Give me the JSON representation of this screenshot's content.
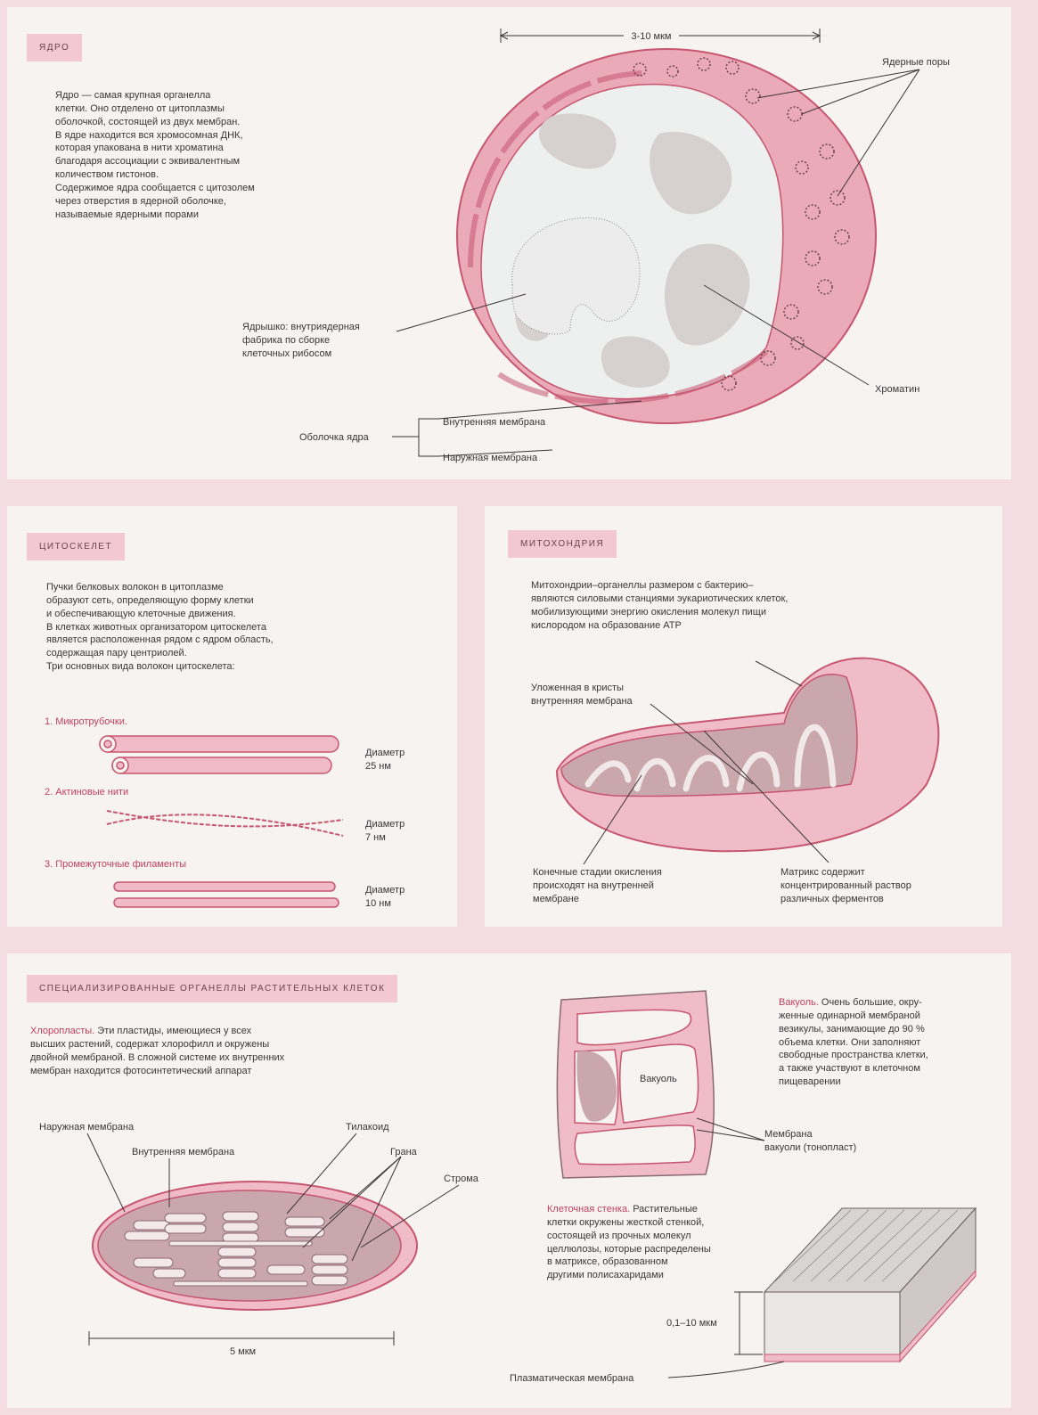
{
  "colors": {
    "background": "#f4dde2",
    "panel": "#f6f3f1",
    "membrane": "#e7a5b4",
    "dark": "#c9a7ad",
    "chromatin": "#d7d2d1",
    "accent": "#c23f5c"
  },
  "nucleus": {
    "tab": "ЯДРО",
    "text": "Ядро — самая крупная органелла\nклетки. Оно отделено от цитоплазмы\nоболочкой, состоящей из двух мембран.\nВ ядре находится вся хромосомная ДНК,\nкоторая упакована в нити хроматина\nблагодаря ассоциации с эквивалентным\nколичеством гистонов.\nСодержимое ядра сообщается с цитозолем\nчерез отверстия в ядерной оболочке,\nназываемые ядерными порами",
    "size": "3-10 мкм",
    "pores": "Ядерные поры",
    "nucleolus": "Ядрышко: внутриядерная\nфабрика по сборке\nклеточных рибосом",
    "chromatin": "Хроматин",
    "envelope": "Оболочка ядра",
    "inner_membrane": "Внутренняя мембрана",
    "outer_membrane": "Наружная мембрана"
  },
  "cytoskeleton": {
    "tab": "ЦИТОСКЕЛЕТ",
    "text": "Пучки белковых волокон в цитоплазме\nобразуют сеть, определяющую форму клетки\nи обеспечивающую клеточные движения.\nВ клетках животных организатором цитоскелета\nявляется расположенная рядом с ядром область,\nсодержащая пару центриолей.\nТри основных вида волокон цитоскелета:",
    "items": [
      {
        "name": "1.  Микротрубочки.",
        "diameter": "Диаметр\n25 нм"
      },
      {
        "name": "2.  Актиновые нити",
        "diameter": "Диаметр\n7  нм"
      },
      {
        "name": "3.  Промежуточные филаменты",
        "diameter": "Диаметр\n10  нм"
      }
    ]
  },
  "mitochondrion": {
    "tab": "МИТОХОНДРИЯ",
    "text": "Митохондрии–органеллы размером с бактерию–\nявляются силовыми станциями эукариотических клеток,\nмобилизующими энергию окисления молекул пищи\nкислородом на образование АТР",
    "cristae": "Уложенная в кристы\nвнутренняя мембрана",
    "oxidation": "Конечные стадии окисления\nпроисходят на внутренней\nмембране",
    "matrix": "Матрикс содержит\nконцентрированный раствор\nразличных ферментов"
  },
  "plant": {
    "tab": "СПЕЦИАЛИЗИРОВАННЫЕ   ОРГАНЕЛЛЫ   РАСТИТЕЛЬНЫХ   КЛЕТОК",
    "chloro_title": "Хлоропласты.",
    "chloro_text": " Эти пластиды, имеющиеся у всех\nвысших растений, содержат хлорофилл и окружены\nдвойной мембраной. В сложной системе их внутренних\nмембран находится фотосинтетический аппарат",
    "outer_membrane": "Наружная мембрана",
    "inner_membrane": "Внутренняя мембрана",
    "thylakoid": "Тилакоид",
    "grana": "Грана",
    "stroma": "Строма",
    "chloro_size": "5 мкм",
    "vacuole_title": "Вакуоль.",
    "vacuole_text": " Очень большие, окру-\nженные одинарной мембраной\nвезикулы, занимающие до 90 %\nобъема клетки. Они заполняют\nсвободные пространства клетки,\nа также участвуют в клеточном\nпищеварении",
    "vacuole_label": "Вакуоль",
    "tonoplast": "Мембрана\nвакуоли (тонопласт)",
    "wall_title": "Клеточная стенка.",
    "wall_text": " Растительные\nклетки окружены жесткой стенкой,\nсостоящей из прочных молекул\nцеллюлозы, которые распределены\nв матриксе, образованном\nдругими полисахаридами",
    "wall_size": "0,1–10 мкм",
    "plasma_membrane": "Плазматическая мембрана"
  }
}
